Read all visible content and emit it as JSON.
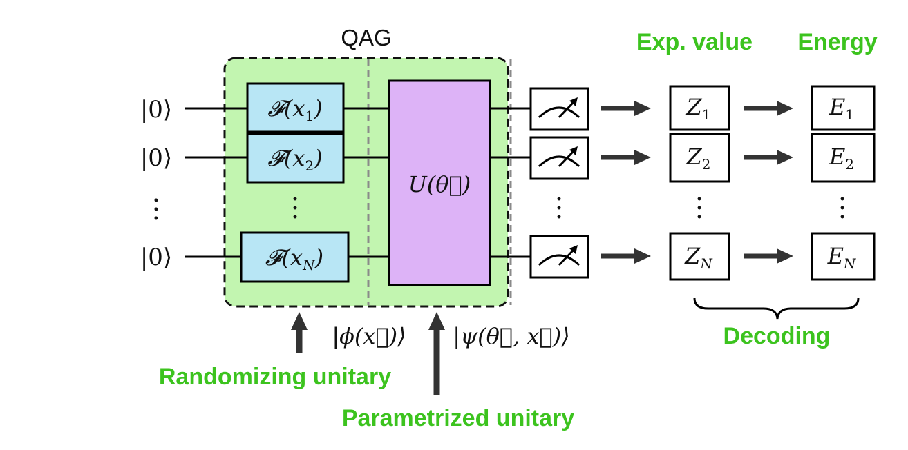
{
  "title": "QAG",
  "headers": {
    "exp_value": "Exp. value",
    "energy": "Energy"
  },
  "inputs": [
    "|0⟩",
    "|0⟩",
    "|0⟩"
  ],
  "encoders": [
    {
      "base": "𝓕(x",
      "sub": "1",
      "close": ")"
    },
    {
      "base": "𝓕(x",
      "sub": "2",
      "close": ")"
    },
    {
      "base": "𝓕(x",
      "sub": "N",
      "close": ")"
    }
  ],
  "unitary": "U(θ⃗)",
  "states": {
    "phi": "|ϕ(x⃗)⟩",
    "psi": "|ψ(θ⃗, x⃗)⟩"
  },
  "expectations": [
    {
      "base": "Z",
      "sub": "1"
    },
    {
      "base": "Z",
      "sub": "2"
    },
    {
      "base": "Z",
      "sub": "N"
    }
  ],
  "energies": [
    {
      "base": "E",
      "sub": "1"
    },
    {
      "base": "E",
      "sub": "2"
    },
    {
      "base": "E",
      "sub": "N"
    }
  ],
  "labels": {
    "randomizing": "Randomizing unitary",
    "parametrized": "Parametrized unitary",
    "decoding": "Decoding"
  },
  "colors": {
    "qag_fill": "#c2f5b0",
    "encoder_fill": "#b8e6f5",
    "unitary_fill": "#ddb3f7",
    "label_green": "#3cc31e",
    "arrow": "#333333"
  }
}
